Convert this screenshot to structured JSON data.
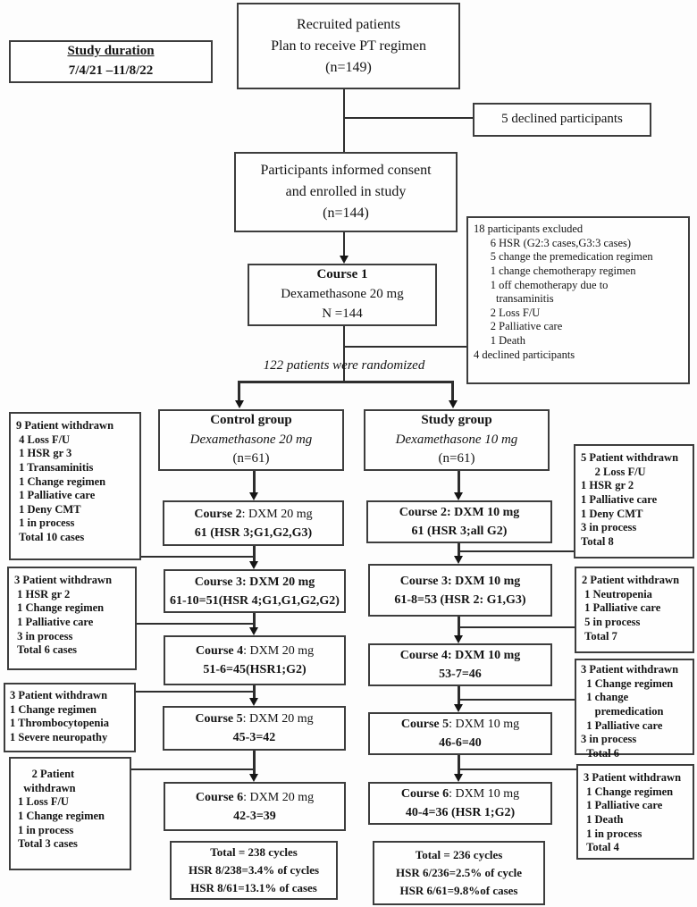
{
  "study_duration": {
    "title": "Study duration",
    "dates": "7/4/21 –11/8/22"
  },
  "recruited": {
    "l1": "Recruited patients",
    "l2": "Plan to receive PT regimen",
    "l3": "(n=149)"
  },
  "declined": {
    "text": "5 declined participants"
  },
  "consent": {
    "l1": "Participants informed consent",
    "l2": "and enrolled in study",
    "l3": "(n=144)"
  },
  "course1": {
    "title": "Course 1",
    "l2": "Dexamethasone 20 mg",
    "l3": "N =144"
  },
  "excluded": {
    "text": "18 participants excluded\n      6 HSR (G2:3 cases,G3:3 cases)\n      5 change the premedication regimen\n      1 change chemotherapy regimen\n      1 off chemotherapy due to\n        transaminitis\n      2 Loss F/U\n      2 Palliative care\n      1 Death\n4 declined participants"
  },
  "randomized_label": "122 patients were randomized",
  "control_group": {
    "title": "Control group",
    "drug": "Dexamethasone 20 mg",
    "n": "(n=61)"
  },
  "study_group": {
    "title": "Study group",
    "drug": "Dexamethasone 10 mg",
    "n": "(n=61)"
  },
  "control_courses": [
    {
      "strong": "Course 2",
      "rest": ": DXM 20 mg",
      "line2": "61 (HSR 3;G1,G2,G3)"
    },
    {
      "strong": "Course 3: DXM 20 mg",
      "rest": "",
      "line2": "61-10=51(HSR 4;G1,G1,G2,G2)"
    },
    {
      "strong": "Course 4",
      "rest": ": DXM 20 mg",
      "line2": "51-6=45(HSR1;G2)"
    },
    {
      "strong": "Course 5",
      "rest": ": DXM 20 mg",
      "line2": "45-3=42"
    },
    {
      "strong": "Course 6",
      "rest": ": DXM 20 mg",
      "line2": "42-3=39"
    }
  ],
  "study_courses": [
    {
      "strong": "Course 2: DXM 10 mg",
      "rest": "",
      "line2": "61 (HSR 3;all G2)"
    },
    {
      "strong": "Course 3: DXM 10 mg",
      "rest": "",
      "line2": "61-8=53 (HSR 2: G1,G3)"
    },
    {
      "strong": "Course 4: DXM 10 mg",
      "rest": "",
      "line2": "53-7=46"
    },
    {
      "strong": "Course 5",
      "rest": ": DXM 10 mg",
      "line2": "46-6=40"
    },
    {
      "strong": "Course 6",
      "rest": ": DXM 10 mg",
      "line2": "40-4=36 (HSR 1;G2)"
    }
  ],
  "left_notes": [
    {
      "text": "9 Patient withdrawn\n 4 Loss F/U\n 1 HSR gr 3\n 1 Transaminitis\n 1 Change regimen\n 1 Palliative care\n 1 Deny CMT\n 1 in process\n Total 10 cases"
    },
    {
      "text": "3 Patient withdrawn\n 1 HSR gr 2\n 1 Change regimen\n 1 Palliative care\n 3 in process\n Total 6 cases"
    },
    {
      "text": "3 Patient withdrawn\n1 Change regimen\n1 Thrombocytopenia\n1 Severe neuropathy"
    },
    {
      "text": "     2 Patient\n  withdrawn\n1 Loss F/U\n1 Change regimen\n1 in process\nTotal 3 cases"
    }
  ],
  "right_notes": [
    {
      "text": "5 Patient withdrawn\n     2 Loss F/U\n1 HSR gr 2\n1 Palliative care\n1 Deny CMT\n3 in process\nTotal 8"
    },
    {
      "text": "2 Patient withdrawn\n 1 Neutropenia\n 1 Palliative care\n 5 in process\n Total 7"
    },
    {
      "text": "3 Patient withdrawn\n  1 Change regimen\n  1 change\n     premedication\n  1 Palliative care\n3 in process\n  Total 6"
    },
    {
      "text": "3 Patient withdrawn\n 1 Change regimen\n 1 Palliative care\n 1 Death\n 1 in process\n Total 4"
    }
  ],
  "totals": {
    "control": "Total = 238 cycles\nHSR 8/238=3.4% of cycles\nHSR 8/61=13.1% of cases",
    "study": "Total = 236 cycles\nHSR 6/236=2.5% of cycle\nHSR 6/61=9.8%of cases"
  }
}
